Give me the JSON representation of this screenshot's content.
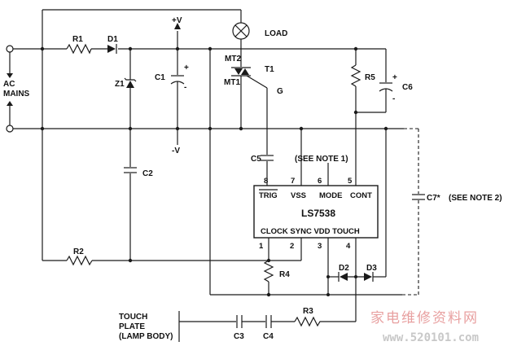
{
  "labels": {
    "ac_mains_1": "AC",
    "ac_mains_2": "MAINS",
    "r1": "R1",
    "d1": "D1",
    "z1": "Z1",
    "vplus": "+V",
    "vminus": "-V",
    "c1": "C1",
    "c1_plus": "+",
    "c1_minus": "-",
    "load": "LOAD",
    "mt2": "MT2",
    "mt1": "MT1",
    "t1": "T1",
    "g": "G",
    "r5": "R5",
    "c6": "C6",
    "c6_plus": "+",
    "c6_minus": "-",
    "c2": "C2",
    "c5": "C5",
    "see_note_1": "(SEE NOTE 1)",
    "c7": "C7*",
    "see_note_2": "(SEE NOTE 2)",
    "r2": "R2",
    "r4": "R4",
    "d2": "D2",
    "d3": "D3",
    "r3": "R3",
    "c3": "C3",
    "c4": "C4",
    "touch_1": "TOUCH",
    "touch_2": "PLATE",
    "touch_3": "(LAMP BODY)"
  },
  "ic": {
    "name": "LS7538",
    "pins_top": [
      "8",
      "7",
      "6",
      "5"
    ],
    "pins_top_labels": [
      "TRIG",
      "VSS",
      "MODE",
      "CONT"
    ],
    "pins_bottom": [
      "1",
      "2",
      "3",
      "4"
    ],
    "pins_bottom_label": "CLOCK SYNC VDD TOUCH"
  },
  "watermark": {
    "chinese": "家电维修资料网",
    "url": "www.520101.com"
  }
}
